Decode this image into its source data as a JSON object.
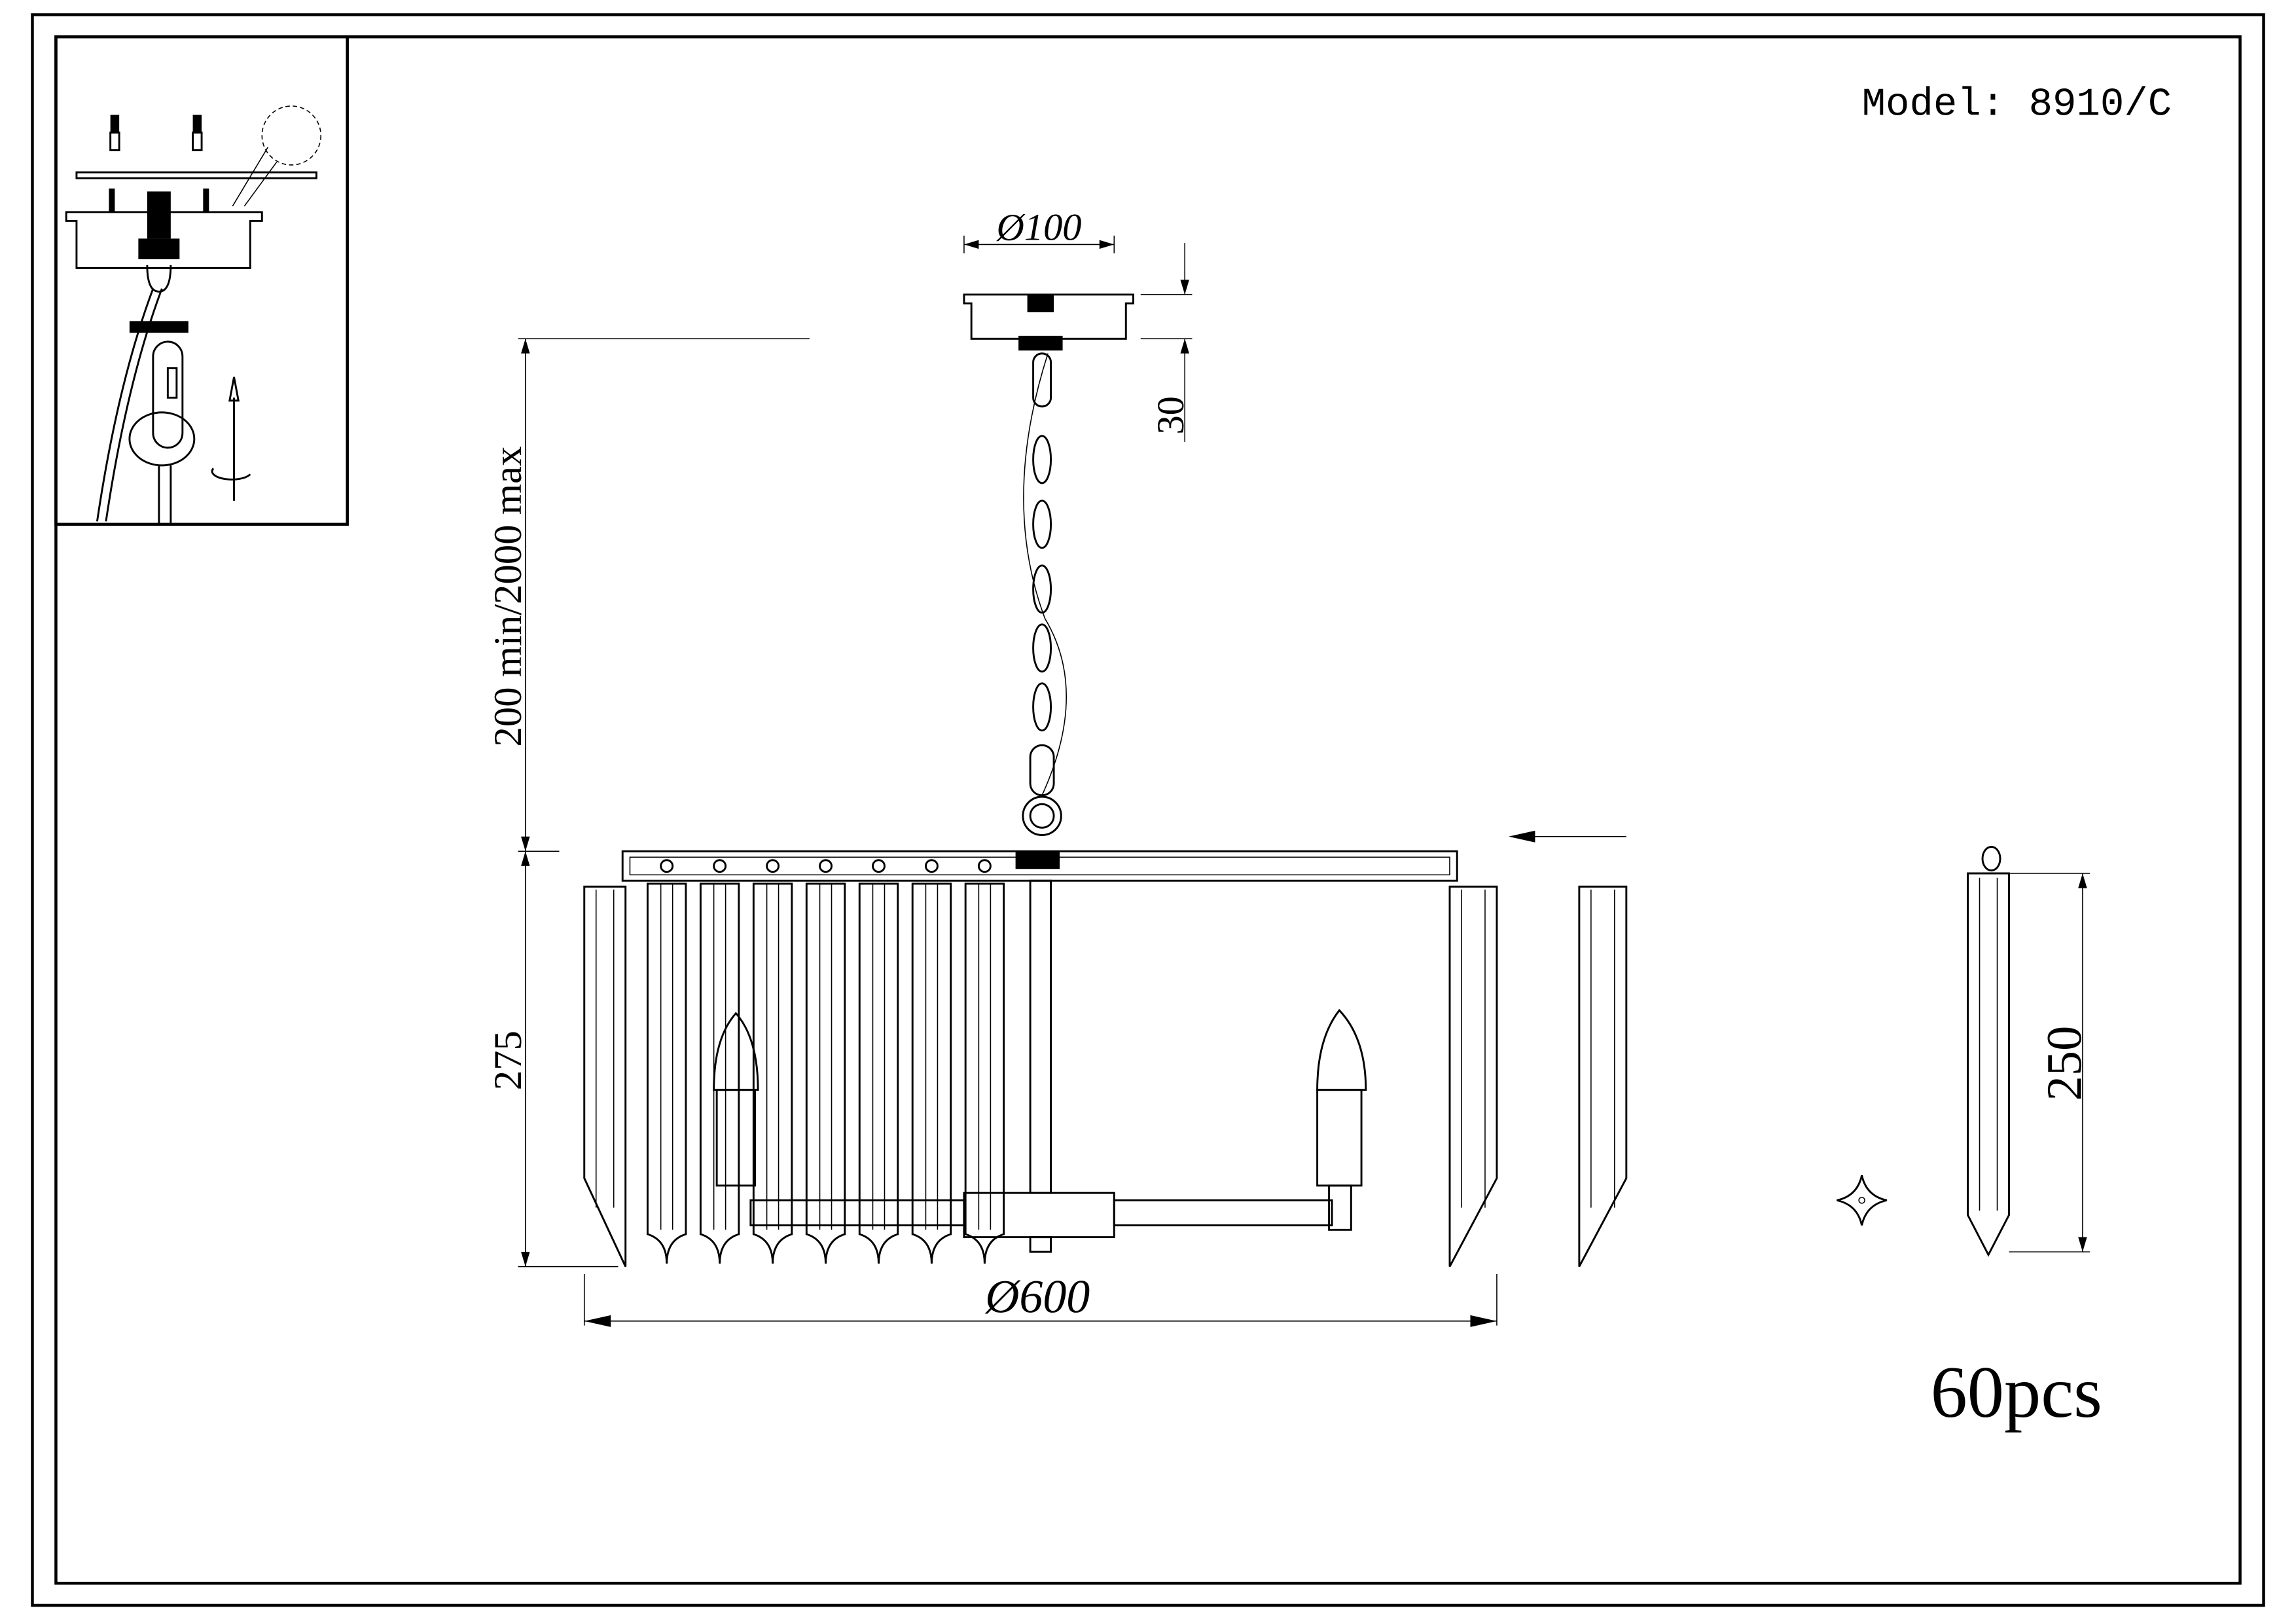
{
  "header": {
    "model_label": "Model: 8910/C"
  },
  "dimensions": {
    "canopy_diameter": "Ø100",
    "canopy_height": "30",
    "suspension_length": "200 min/2000 max",
    "body_height": "275",
    "body_diameter": "Ø600",
    "crystal_length": "250"
  },
  "crystal_count": "60pcs",
  "colors": {
    "ink": "#000000",
    "paper": "#ffffff"
  },
  "icons": [
    "rotate-arrow-icon",
    "up-arrow-icon",
    "star-crystal-icon",
    "pointer-arrow-icon"
  ]
}
